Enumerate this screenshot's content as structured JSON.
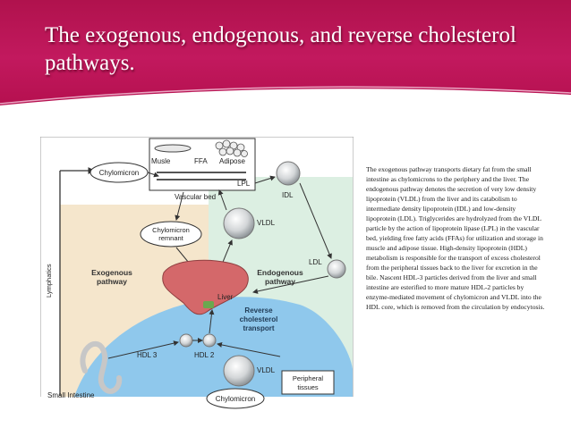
{
  "slide": {
    "title": "The exogenous, endogenous, and reverse cholesterol pathways.",
    "caption": "The exogenous pathway transports dietary fat from the small intestine as chylomicrons to the periphery and the liver. The endogenous pathway denotes the secretion of very low density lipoprotein (VLDL) from the liver and its catabolism to intermediate density lipoprotein (IDL) and low-density lipoprotein (LDL). Triglycerides are hydrolyzed from the VLDL particle by the action of lipoprotein lipase (LPL) in the vascular bed, yielding free fatty acids (FFAs) for utilization and storage in muscle and adipose tissue. High-density lipoprotein (HDL) metabolism is responsible for the transport of excess cholesterol from the peripheral tissues back to the liver for excretion in the bile. Nascent HDL-3 particles derived from the liver and small intestine are esterified to more mature HDL-2 particles by enzyme-mediated movement of chylomicron and VLDL into the HDL core, which is removed from the circulation by endocytosis."
  },
  "diagram": {
    "muscle": "Musle",
    "ffa": "FFA",
    "adipose": "Adipose",
    "lpl": "LPL",
    "vascular_bed": "Vascular bed",
    "chylomicron_top": "Chylomicron",
    "idl": "IDL",
    "vldl_upper": "VLDL",
    "chylomicron_remnant": "Chylomicron remnant",
    "ldl": "LDL",
    "exogenous_pathway": "Exogenous pathway",
    "endogenous_pathway": "Endogenous pathway",
    "lymphatics": "Lymphatics",
    "liver": "Liver",
    "reverse_transport": "Reverse cholesterol transport",
    "hdl3": "HDL 3",
    "hdl2": "HDL 2",
    "vldl_lower": "VLDL",
    "peripheral_tissues": "Peripheral tissues",
    "small_intestine": "Small Intestine",
    "chylomicron_bottom": "Chylomicron"
  },
  "colors": {
    "header": "#b81454",
    "exogenous_bg": "#f5e6cc",
    "endogenous_bg": "#dcefe2",
    "reverse_bg": "#8fc8ec",
    "liver": "#d4686a"
  }
}
